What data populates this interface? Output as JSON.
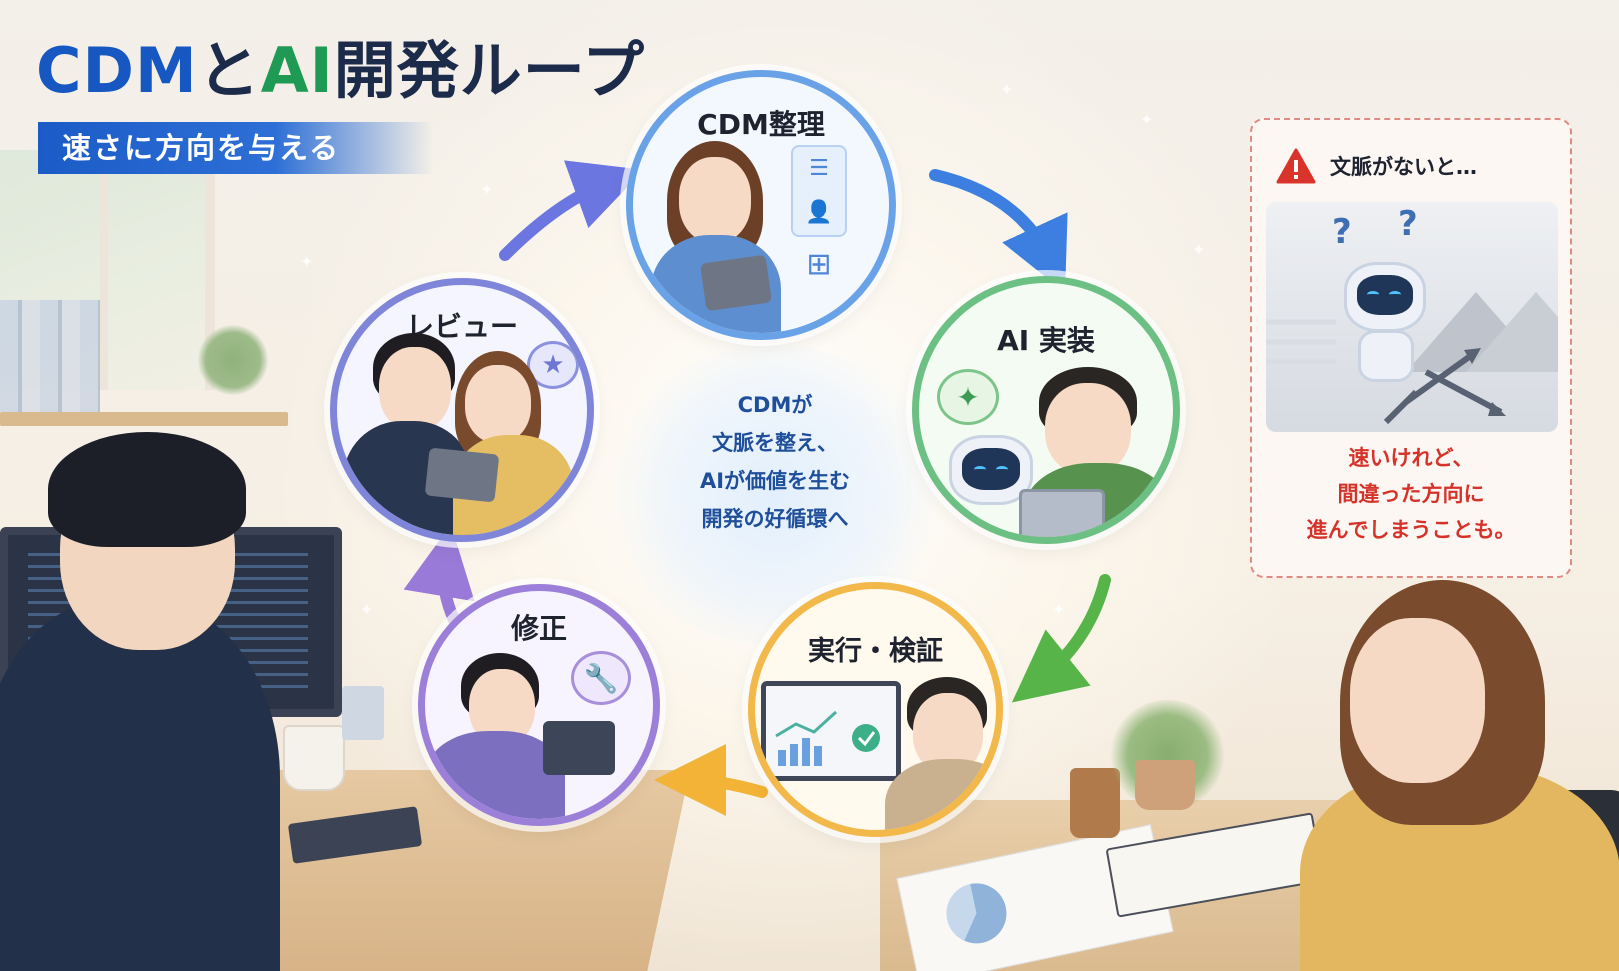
{
  "title": {
    "part_cdm": "CDM",
    "part_to": "と",
    "part_ai": "AI",
    "part_rest": "開発ループ"
  },
  "subtitle": "速さに方向を与える",
  "cycle": {
    "nodes": [
      {
        "id": "cdm",
        "label": "CDM整理"
      },
      {
        "id": "ai",
        "label": "AI 実装"
      },
      {
        "id": "exec",
        "label": "実行・検証"
      },
      {
        "id": "fix",
        "label": "修正"
      },
      {
        "id": "review",
        "label": "レビュー"
      }
    ],
    "center_lines": [
      "CDMが",
      "文脈を整え、",
      "AIが価値を生む",
      "開発の好循環へ"
    ]
  },
  "warning": {
    "title": "文脈がないと…",
    "lines": [
      "速いけれど、",
      "間違った方向に",
      "進んでしまうことも。"
    ],
    "question_marks": [
      "?",
      "?"
    ]
  },
  "colors": {
    "title_blue": "#1657c1",
    "title_green": "#1e9a55",
    "title_dark": "#1c2b4a",
    "cdm_ring": "#6aa2e8",
    "ai_ring": "#6dc083",
    "exec_ring": "#f2b84a",
    "fix_ring": "#9c7fd8",
    "review_ring": "#7f86d9",
    "warning_red": "#d5322a"
  },
  "icons": {
    "cdm": [
      "list-card-icon",
      "user-icon",
      "org-chart-icon"
    ],
    "ai": [
      "sparkle-icon",
      "robot-icon",
      "code-icon"
    ],
    "exec": [
      "chart-icon",
      "check-icon"
    ],
    "fix": [
      "wrench-icon"
    ],
    "review": [
      "star-icon"
    ],
    "warning": [
      "warning-triangle-icon",
      "robot-icon"
    ]
  }
}
